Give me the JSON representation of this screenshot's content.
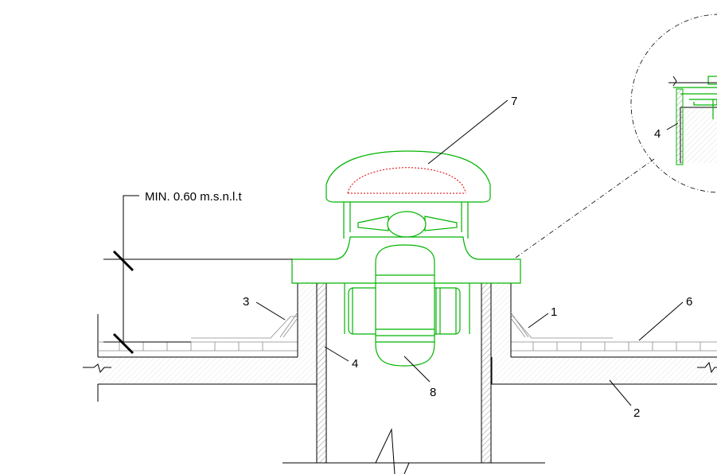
{
  "labels": {
    "min_height": "MIN. 0.60 m.s.n.l.t",
    "n1": "1",
    "n2": "2",
    "n3": "3",
    "n4": "4",
    "n4_detail": "4",
    "n6": "6",
    "n7": "7",
    "n8": "8"
  },
  "colors": {
    "ventilator": "#00b400",
    "cap_dash": "#e00000",
    "structure": "#000000",
    "hatch": "#8a8a8a"
  }
}
